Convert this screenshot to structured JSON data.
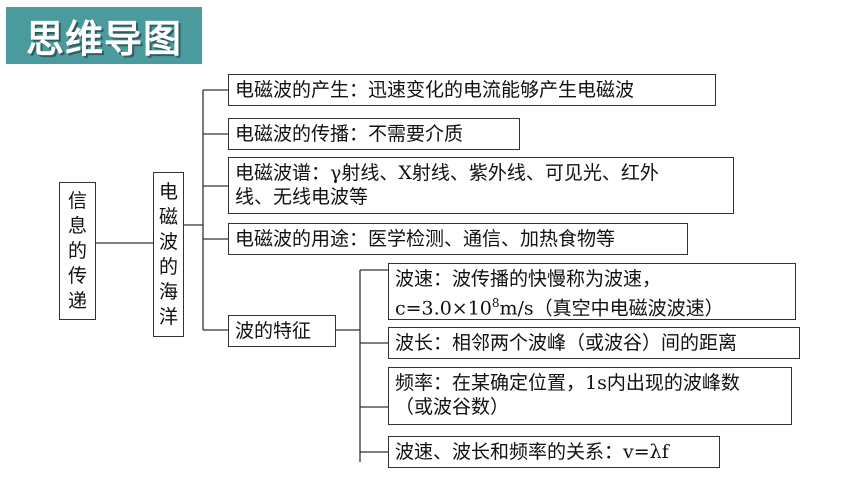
{
  "header": {
    "title": "思维导图"
  },
  "root": {
    "chars": [
      "信",
      "息",
      "的",
      "传",
      "递"
    ]
  },
  "topic": {
    "chars": [
      "电",
      "磁",
      "波",
      "的",
      "海",
      "洋"
    ]
  },
  "branches": {
    "b1": "电磁波的产生：迅速变化的电流能够产生电磁波",
    "b2": "电磁波的传播：不需要介质",
    "b3_line1": "电磁波谱：γ射线、X射线、紫外线、可见光、红外",
    "b3_line2": "线、无线电波等",
    "b4": "电磁波的用途：医学检测、通信、加热食物等",
    "b5": "波的特征"
  },
  "features": {
    "f1_line1": "波速：波传播的快慢称为波速，",
    "f1_line2_pre": "c=3.0×10",
    "f1_line2_sup": "8",
    "f1_line2_post": "m/s（真空中电磁波波速）",
    "f2": "波长：相邻两个波峰（或波谷）间的距离",
    "f3_line1": "频率：在某确定位置，1s内出现的波峰数",
    "f3_line2": "（或波谷数）",
    "f4": "波速、波长和频率的关系：v=λf"
  },
  "colors": {
    "banner": "#4a9a9e",
    "border": "#333333"
  }
}
